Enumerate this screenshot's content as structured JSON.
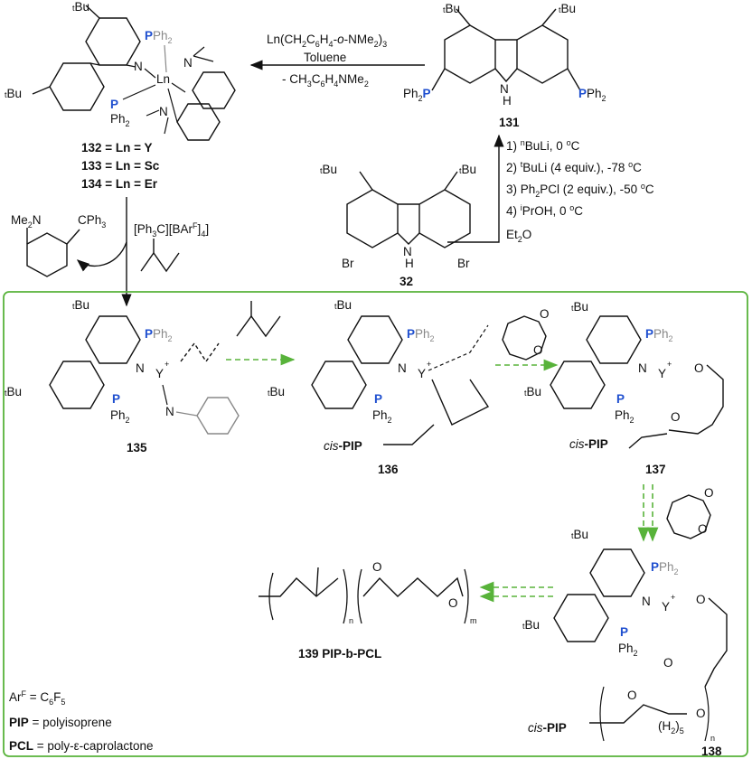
{
  "top_right": {
    "compound": "131",
    "tBu_left": "Bu",
    "tBu_right": "Bu",
    "t": "t",
    "nh": "N",
    "h": "H",
    "ph2p_left": "Ph2P",
    "pph2_right": "PPh2"
  },
  "top_left": {
    "labels": [
      "132 = Ln = Y",
      "133 = Ln = Sc",
      "134 = Ln = Er"
    ],
    "ids": [
      "132",
      "133",
      "134"
    ],
    "metals": [
      "Y",
      "Sc",
      "Er"
    ],
    "ln": "Ln"
  },
  "reaction_top": {
    "reagent": "Ln(CH2C6H4-o-NMe2)3",
    "solvent": "Toluene",
    "byproduct": "- CH3C6H4NMe2"
  },
  "reaction_right": {
    "steps": [
      "1) nBuLi, 0 oC",
      "2) tBuLi (4 equiv.), -78 oC",
      "3) Ph2PCl (2 equiv.), -50 oC",
      "4) iPrOH, 0 oC"
    ],
    "solvent": "Et2O"
  },
  "start": {
    "compound": "32",
    "br": "Br"
  },
  "activation": {
    "reagent": "[Ph3C][BArF4]",
    "side_product_top": "Me2N",
    "side_product_cph3": "CPh3"
  },
  "box": {
    "c135": "135",
    "c136": "136",
    "c137": "137",
    "c138": "138",
    "cis_pip": "cis-PIP",
    "product": "139  PIP-b-PCL",
    "n": "n",
    "m": "m"
  },
  "legend": {
    "arf": "ArF = C6F5",
    "pip": "PIP = polyisoprene",
    "pcl": "PCL = poly-ε-caprolactone"
  },
  "colors": {
    "green": "#58b33a",
    "blue": "#1f4fcf",
    "grey": "#888888"
  }
}
